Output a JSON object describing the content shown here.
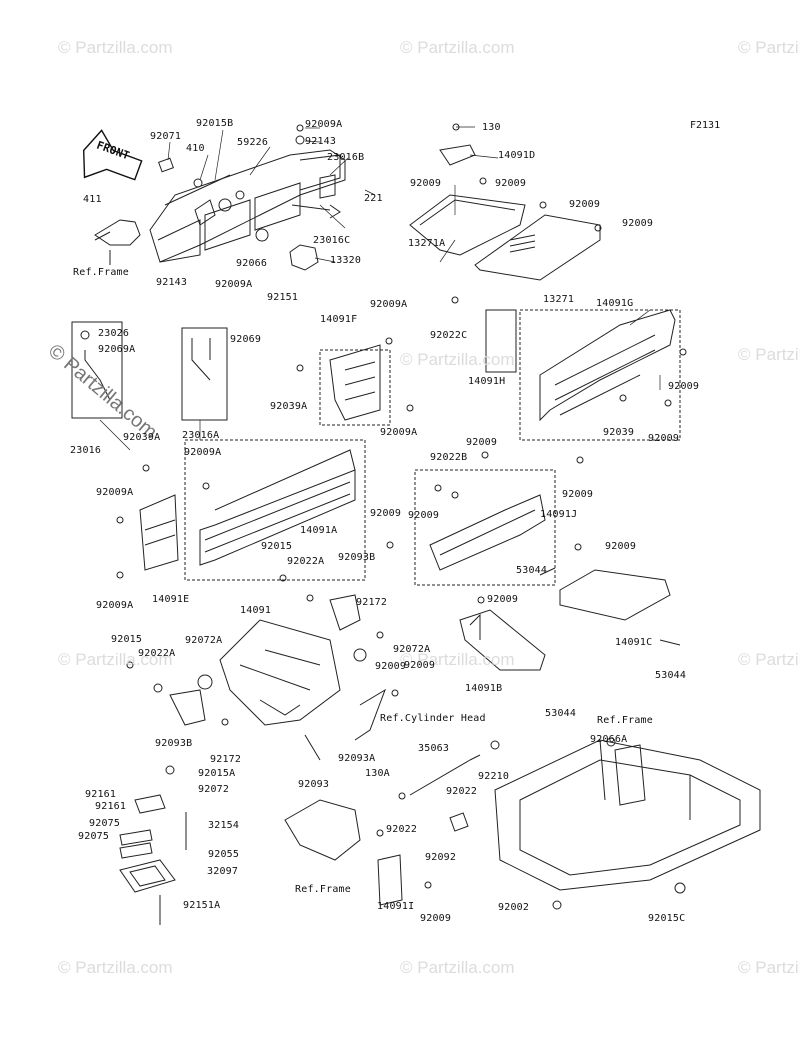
{
  "diagram_code": "F2131",
  "watermark": "© Partzilla.com",
  "front_label": "FRONT",
  "labels": [
    "92071",
    "92015B",
    "410",
    "59226",
    "92009A",
    "92143",
    "23016B",
    "221",
    "23016C",
    "411",
    "Ref.Frame",
    "92066",
    "13320",
    "92143",
    "92009A",
    "92151",
    "130",
    "14091D",
    "92009",
    "92009",
    "92009",
    "92009",
    "13271A",
    "13271",
    "23026",
    "92069A",
    "92069",
    "23016",
    "23016A",
    "14091F",
    "92009A",
    "92039A",
    "92009A",
    "92022C",
    "14091G",
    "14091H",
    "92009",
    "92039",
    "92009",
    "92039A",
    "92009A",
    "92009A",
    "14091A",
    "14091E",
    "92009A",
    "92009",
    "92022B",
    "92009",
    "14091J",
    "92009",
    "92009",
    "92009",
    "92015",
    "92022A",
    "92093B",
    "92172",
    "92009",
    "53044",
    "14091C",
    "53044",
    "14091",
    "92072A",
    "92072A",
    "92009",
    "92015",
    "92022A",
    "92093B",
    "92172",
    "92009",
    "14091B",
    "53044",
    "Ref.Cylinder Head",
    "Ref.Frame",
    "92066A",
    "92093A",
    "92093",
    "35063",
    "92210",
    "92022",
    "130A",
    "92022",
    "92161",
    "92015A",
    "92161",
    "92072",
    "92075",
    "32154",
    "92075",
    "92055",
    "32097",
    "92151A",
    "Ref.Frame",
    "14091I",
    "92009",
    "92092",
    "92002",
    "92015C"
  ]
}
